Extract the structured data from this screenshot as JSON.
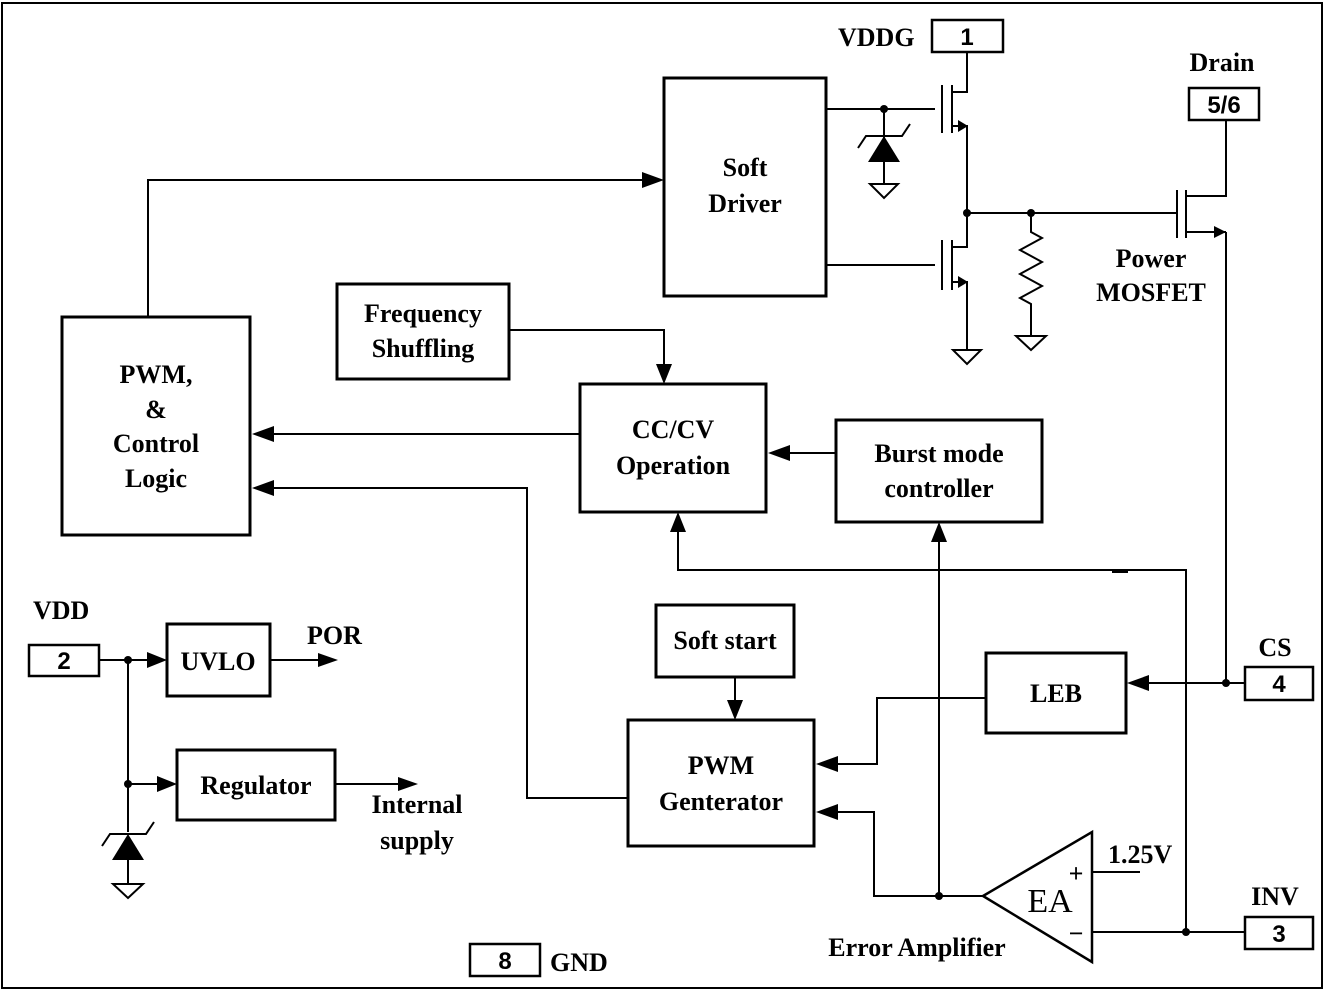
{
  "blocks": {
    "soft_driver": [
      "Soft",
      "Driver"
    ],
    "pwm_control": [
      "PWM,",
      "&",
      "Control",
      "Logic"
    ],
    "freq_shuffling": [
      "Frequency",
      "Shuffling"
    ],
    "cccv": [
      "CC/CV",
      "Operation"
    ],
    "burst_mode": [
      "Burst mode",
      "controller"
    ],
    "soft_start": "Soft start",
    "pwm_generator": [
      "PWM",
      "Genterator"
    ],
    "leb": "LEB",
    "uvlo": "UVLO",
    "regulator": "Regulator"
  },
  "pins": {
    "vddg": {
      "label": "VDDG",
      "number": "1"
    },
    "vdd": {
      "label": "VDD",
      "number": "2"
    },
    "inv": {
      "label": "INV",
      "number": "3"
    },
    "cs": {
      "label": "CS",
      "number": "4"
    },
    "drain": {
      "label": "Drain",
      "number": "5/6"
    },
    "gnd": {
      "label": "GND",
      "number": "8"
    }
  },
  "labels": {
    "power_mosfet": [
      "Power",
      "MOSFET"
    ],
    "por": "POR",
    "internal_supply": [
      "Internal",
      "supply"
    ],
    "ref_voltage": "1.25V",
    "error_amplifier": "Error Amplifier",
    "ea": "EA",
    "plus": "+",
    "minus": "−"
  }
}
